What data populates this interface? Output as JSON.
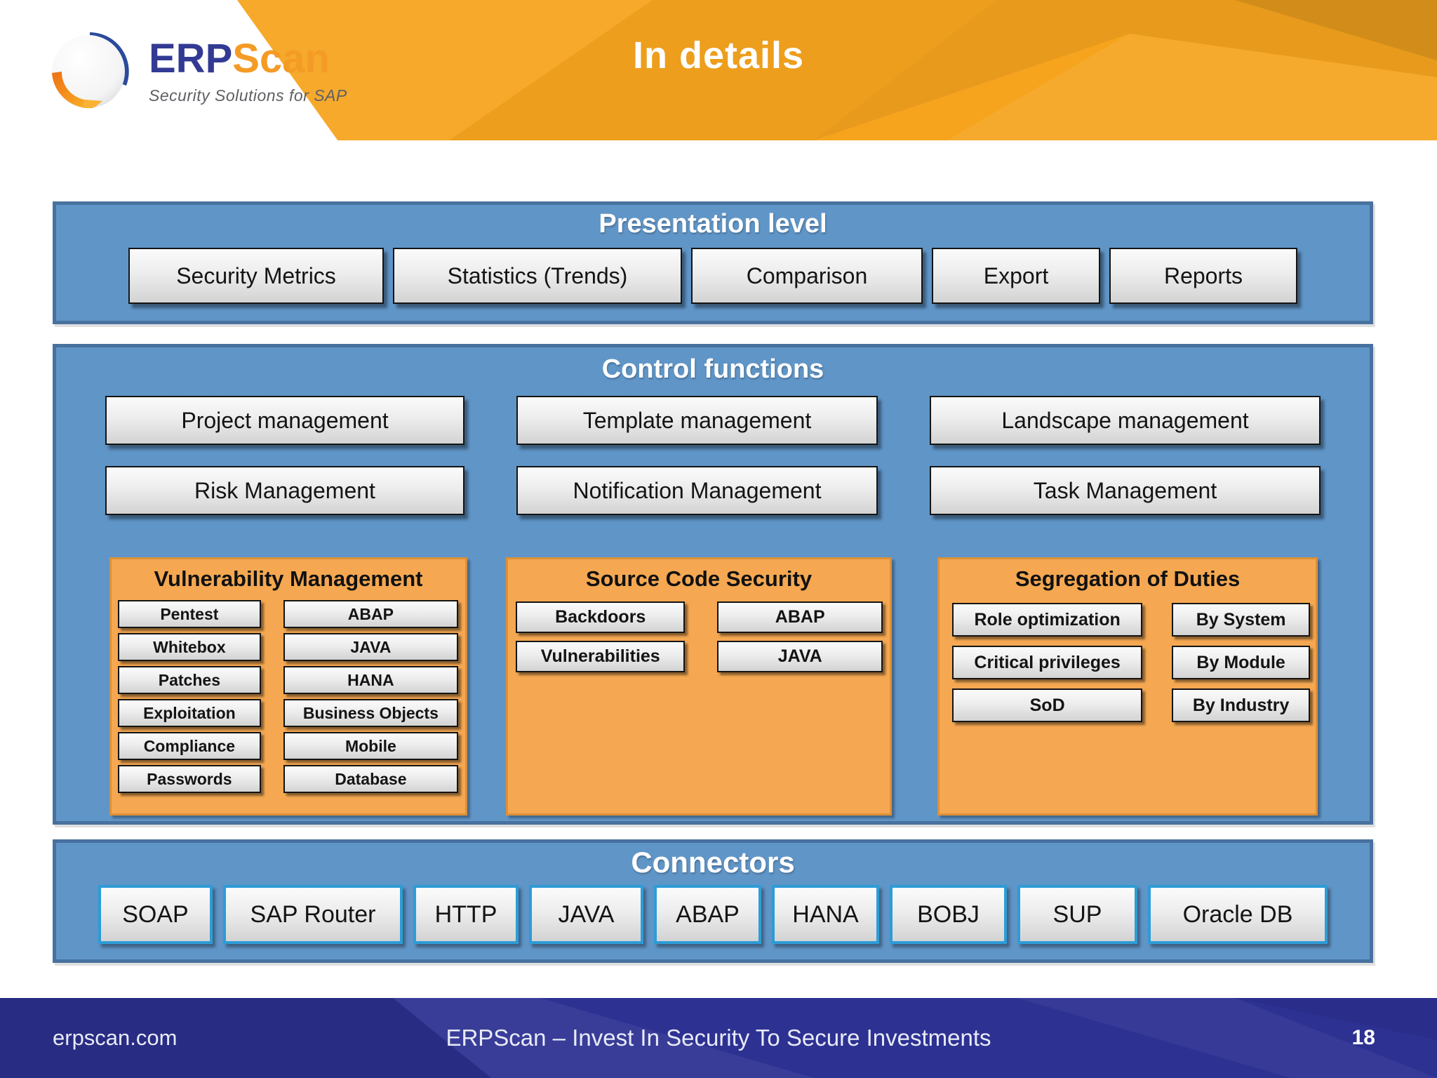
{
  "header": {
    "title": "In details",
    "logo": {
      "erp": "ERP",
      "scan": "Scan",
      "tagline": "Security Solutions for SAP"
    }
  },
  "panels": {
    "presentation": {
      "title": "Presentation level",
      "buttons": [
        "Security Metrics",
        "Statistics (Trends)",
        "Comparison",
        "Export",
        "Reports"
      ]
    },
    "control": {
      "title": "Control functions",
      "buttons_row1": [
        "Project management",
        "Template management",
        "Landscape management"
      ],
      "buttons_row2": [
        "Risk Management",
        "Notification Management",
        "Task Management"
      ],
      "subpanels": [
        {
          "title": "Vulnerability Management",
          "col1": [
            "Pentest",
            "Whitebox",
            "Patches",
            "Exploitation",
            "Compliance",
            "Passwords"
          ],
          "col2": [
            "ABAP",
            "JAVA",
            "HANA",
            "Business Objects",
            "Mobile",
            "Database"
          ]
        },
        {
          "title": "Source Code Security",
          "col1": [
            "Backdoors",
            "Vulnerabilities"
          ],
          "col2": [
            "ABAP",
            "JAVA"
          ]
        },
        {
          "title": "Segregation of Duties",
          "col1": [
            "Role optimization",
            "Critical privileges",
            "SoD"
          ],
          "col2": [
            "By System",
            "By Module",
            "By Industry"
          ]
        }
      ]
    },
    "connectors": {
      "title": "Connectors",
      "buttons": [
        "SOAP",
        "SAP Router",
        "HTTP",
        "JAVA",
        "ABAP",
        "HANA",
        "BOBJ",
        "SUP",
        "Oracle DB"
      ]
    }
  },
  "footer": {
    "website": "erpscan.com",
    "tagline": "ERPScan – Invest In Security To Secure Investments",
    "page_number": "18"
  },
  "colors": {
    "banner-orange": "#F6A41E",
    "panel-blue": "#6095C7",
    "panel-blue-border": "#48719F",
    "subpanel-orange": "#F5A851",
    "subpanel-orange-border": "#DC9038",
    "connector-border-blue": "#2E9CD6",
    "footer-navy": "#2D3192",
    "logo-navy": "#333A93",
    "logo-orange": "#F49B26",
    "button-border": "#141414"
  }
}
